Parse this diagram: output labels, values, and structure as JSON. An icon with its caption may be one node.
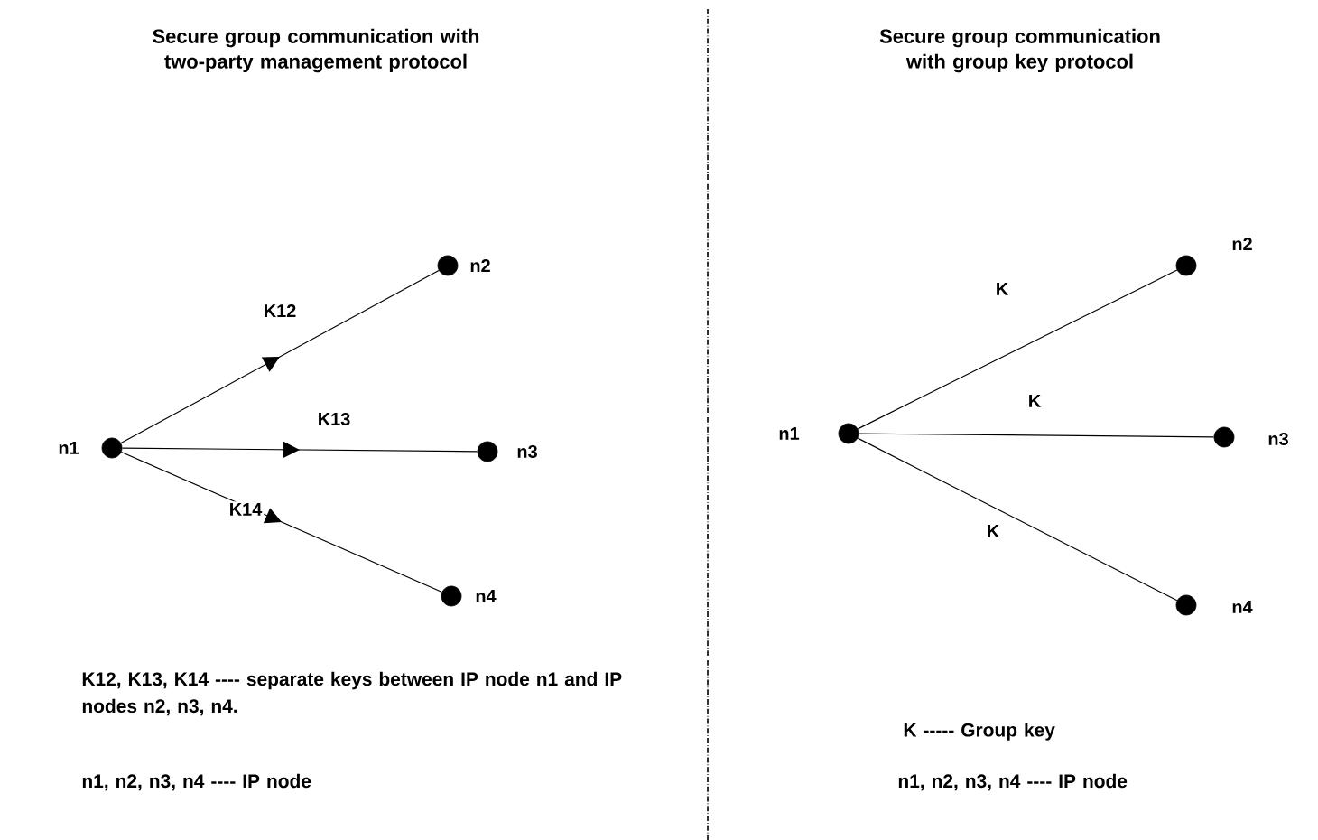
{
  "diagram": {
    "nodes": [
      {
        "text": [],
        "shape": "circle",
        "beside": [
          "n1"
        ]
      },
      {
        "text": [],
        "shape": "circle",
        "beside": [
          "n2"
        ]
      },
      {
        "text": [],
        "shape": "circle",
        "beside": [
          "n3"
        ]
      },
      {
        "text": [],
        "shape": "circle",
        "beside": [
          "n4"
        ]
      },
      {
        "text": [],
        "shape": "circle",
        "beside": [
          "n1"
        ]
      },
      {
        "text": [],
        "shape": "circle",
        "beside": [
          "n2"
        ]
      },
      {
        "text": [],
        "shape": "circle",
        "beside": [
          "n3"
        ]
      },
      {
        "text": [],
        "shape": "circle",
        "beside": [
          "n4"
        ]
      }
    ],
    "edges": [
      {
        "from": 0,
        "to": 1,
        "arrow": "to",
        "label": "K12"
      },
      {
        "from": 0,
        "to": 2,
        "arrow": "to",
        "label": "K13"
      },
      {
        "from": 0,
        "to": 3,
        "arrow": "to",
        "label": "K14"
      },
      {
        "from": 4,
        "to": 5,
        "arrow": "none",
        "label": "K"
      },
      {
        "from": 4,
        "to": 6,
        "arrow": "none",
        "label": "K"
      },
      {
        "from": 4,
        "to": 7,
        "arrow": "none",
        "label": "K"
      }
    ],
    "labels": [
      "Secure group communication with two-party management protocol",
      "Secure group communication with group key protocol",
      "K12, K13, K14 ---- separate keys between IP node n1 and IP nodes n2, n3, n4.",
      "K ----- Group key",
      "n1, n2, n3, n4 ---- IP node",
      "n1, n2, n3, n4 ---- IP node"
    ]
  }
}
